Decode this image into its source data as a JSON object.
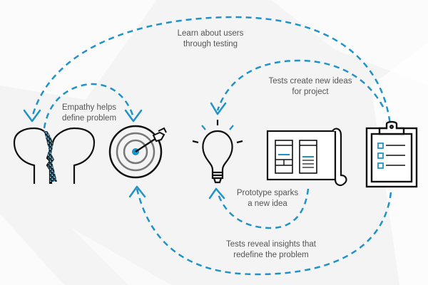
{
  "colors": {
    "accent": "#1f93c9",
    "stroke": "#111111",
    "text": "#555555",
    "background": "#f4f4f4"
  },
  "labels": {
    "learn": {
      "line1": "Learn about users",
      "line2": "through testing"
    },
    "tests_create": {
      "line1": "Tests create new ideas",
      "line2": "for project"
    },
    "empathy": {
      "line1": "Empathy helps",
      "line2": "define problem"
    },
    "prototype": {
      "line1": "Prototype sparks",
      "line2": "a new idea"
    },
    "tests_reveal": {
      "line1": "Tests reveal insights that",
      "line2": "redefine the problem"
    }
  },
  "stages": [
    {
      "name": "empathize",
      "icon": "heads-icon"
    },
    {
      "name": "define",
      "icon": "target-icon"
    },
    {
      "name": "ideate",
      "icon": "lightbulb-icon"
    },
    {
      "name": "prototype",
      "icon": "blueprint-icon"
    },
    {
      "name": "test",
      "icon": "clipboard-icon"
    }
  ]
}
